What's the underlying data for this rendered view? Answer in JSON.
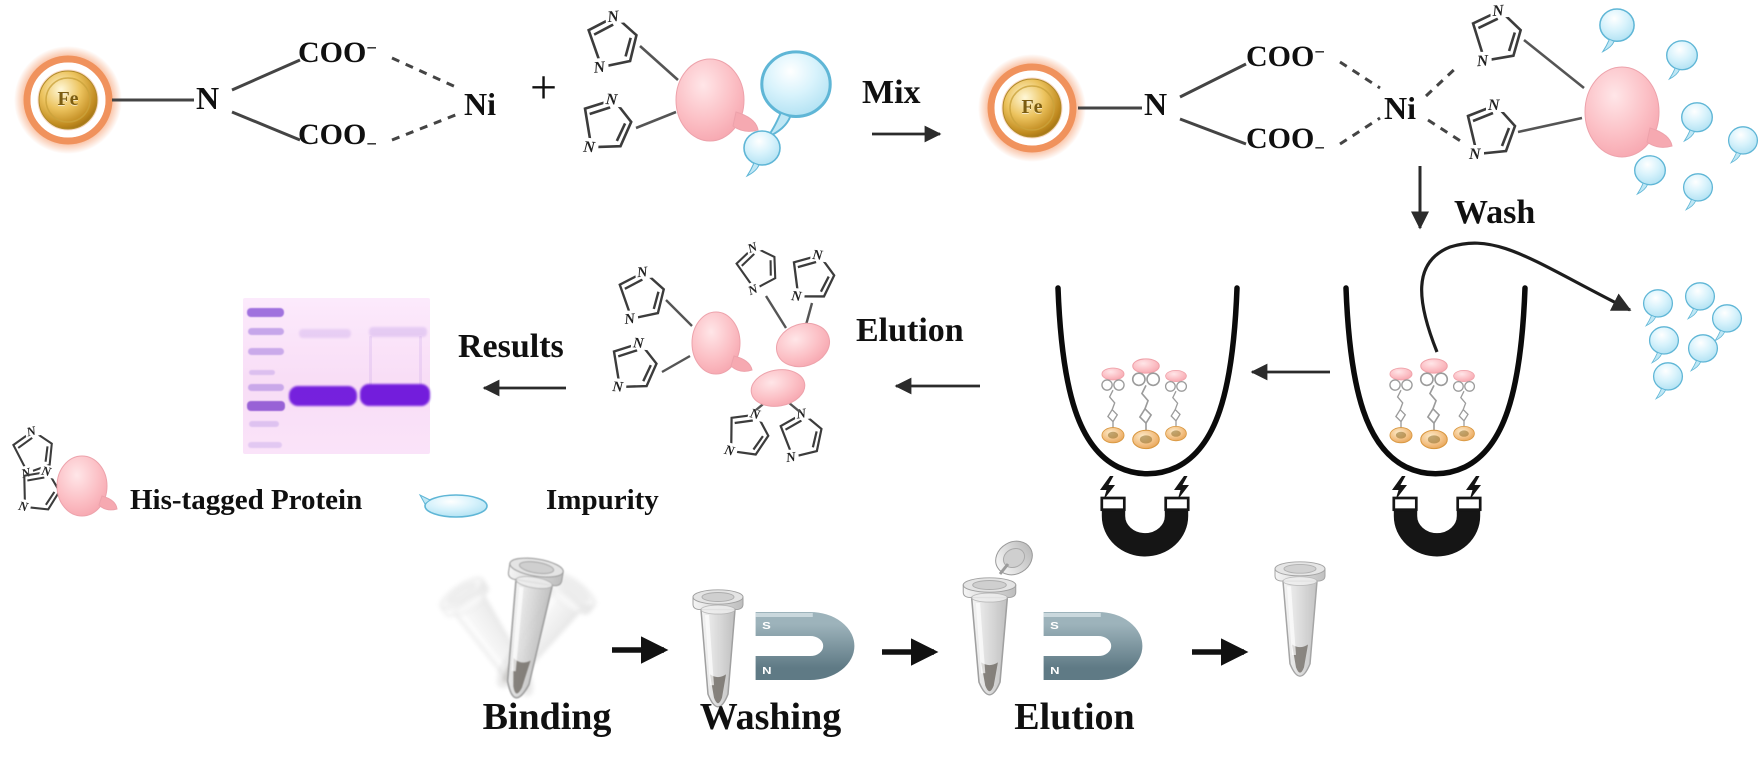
{
  "labels": {
    "fe": "Fe",
    "n": "N",
    "coo": "COO",
    "minus": "−",
    "ni": "Ni",
    "plus": "+",
    "mix": "Mix",
    "wash": "Wash",
    "elution": "Elution",
    "results": "Results",
    "n_atom": "N"
  },
  "legend": {
    "protein": "His-tagged Protein",
    "impurity": "Impurity"
  },
  "workflow": {
    "binding": "Binding",
    "washing": "Washing",
    "elution": "Elution"
  },
  "magnet": {
    "pole_s": "S",
    "pole_n": "N"
  },
  "colors": {
    "protein_pink": "#f9b4bb",
    "impurity_blue": "#bfe7f5",
    "nanoparticle_gold": "#d9a83a",
    "glow_orange": "#f08a4e",
    "gel_band_purple": "#6f17dc",
    "gel_background": "#f9e0f7",
    "magnet_black": "#151515",
    "magnet_steel": "#7e98a3"
  }
}
